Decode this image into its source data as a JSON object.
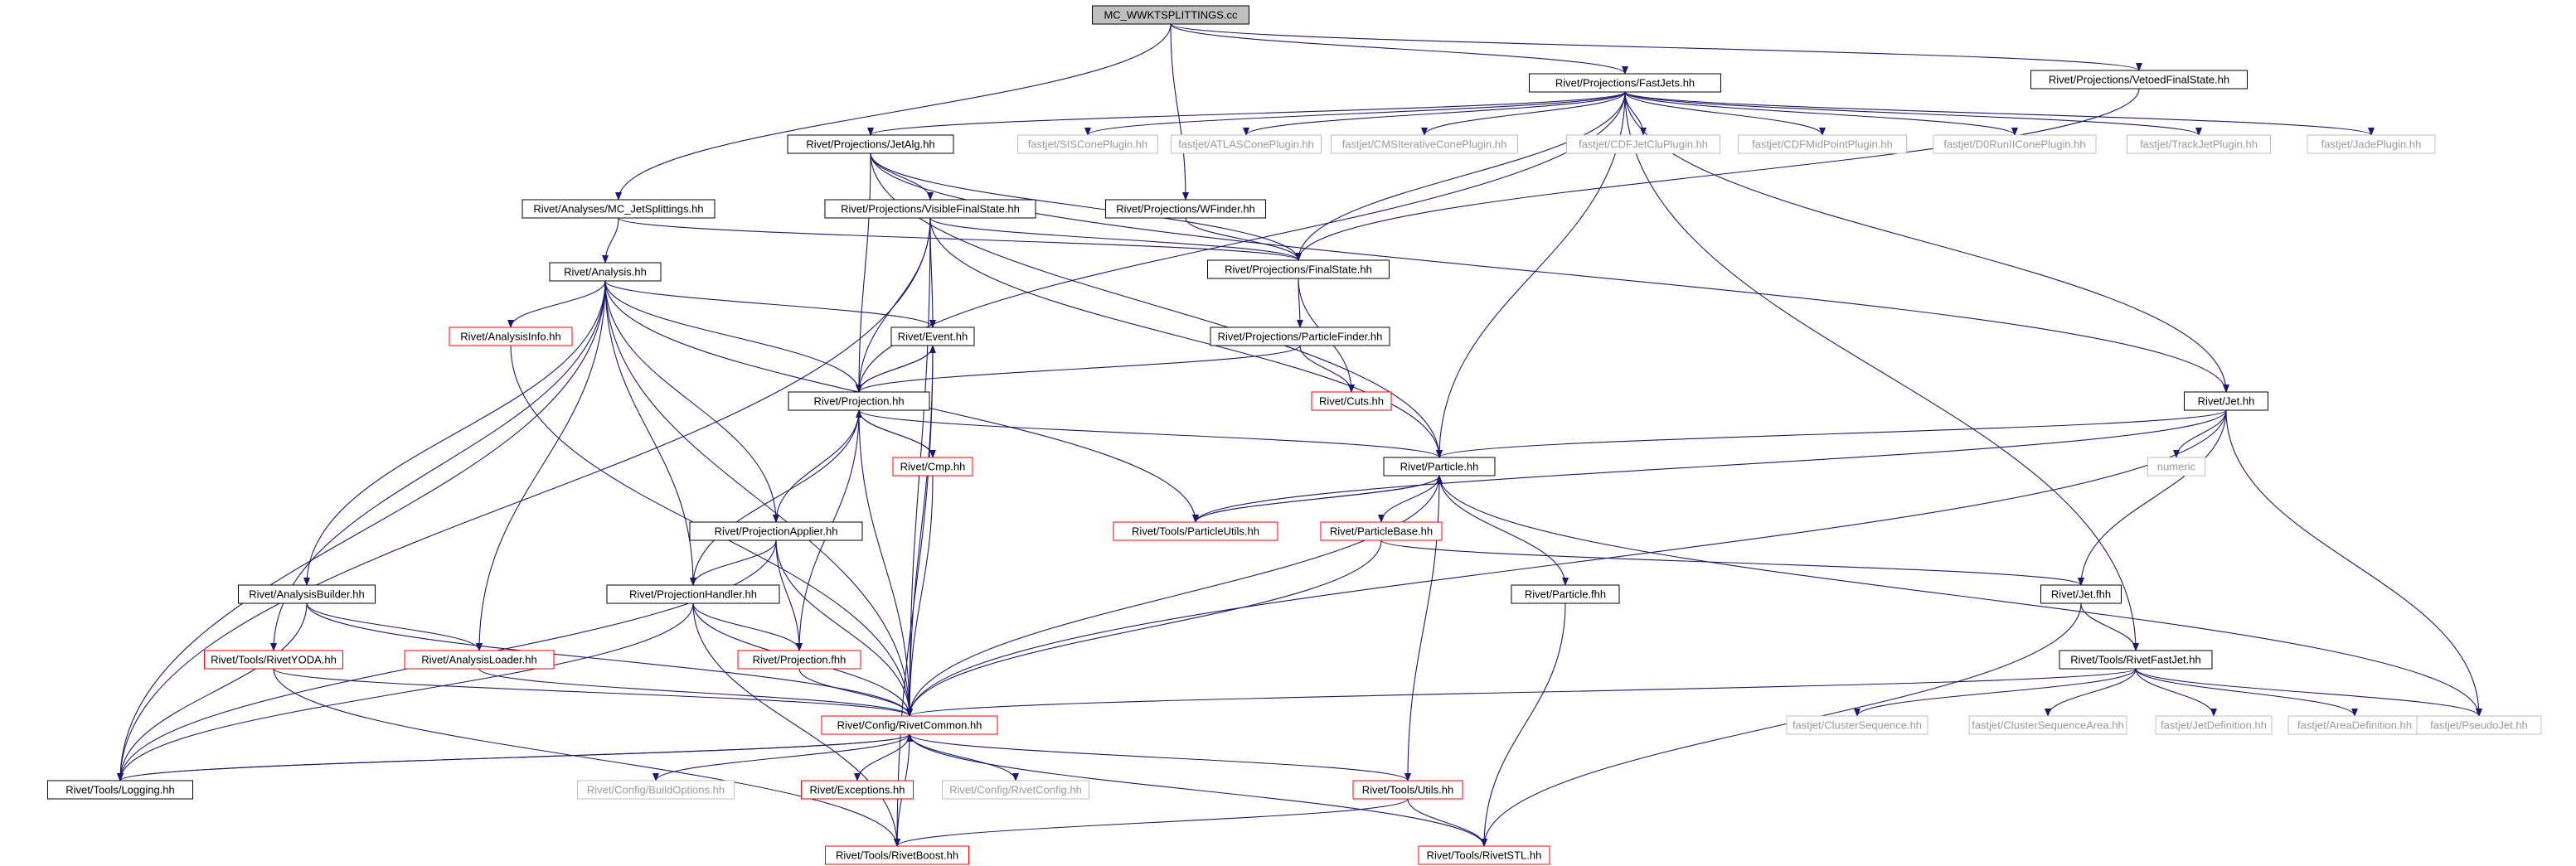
{
  "colors": {
    "edge": "#191970",
    "border_normal": "#000000",
    "border_red": "#ff0000",
    "border_gray": "#bfbfbf",
    "root_fill": "#bfbfbf",
    "node_fill": "#ffffff",
    "gray_text": "#9a9a9a"
  },
  "nodes": [
    {
      "id": "root",
      "label": "MC_WWKTSPLITTINGS.cc",
      "style": "root"
    },
    {
      "id": "fastjets",
      "label": "Rivet/Projections/FastJets.hh",
      "style": "normal"
    },
    {
      "id": "vetoed",
      "label": "Rivet/Projections/VetoedFinalState.hh",
      "style": "normal"
    },
    {
      "id": "jetalg",
      "label": "Rivet/Projections/JetAlg.hh",
      "style": "normal"
    },
    {
      "id": "siscone",
      "label": "fastjet/SISConePlugin.hh",
      "style": "gray"
    },
    {
      "id": "atlascone",
      "label": "fastjet/ATLASConePlugin.hh",
      "style": "gray"
    },
    {
      "id": "cmsiter",
      "label": "fastjet/CMSIterativeConePlugin.hh",
      "style": "gray"
    },
    {
      "id": "cdfjetclu",
      "label": "fastjet/CDFJetCluPlugin.hh",
      "style": "gray"
    },
    {
      "id": "cdfmid",
      "label": "fastjet/CDFMidPointPlugin.hh",
      "style": "gray"
    },
    {
      "id": "d0run2",
      "label": "fastjet/D0RunIIConePlugin.hh",
      "style": "gray"
    },
    {
      "id": "trackjet",
      "label": "fastjet/TrackJetPlugin.hh",
      "style": "gray"
    },
    {
      "id": "jade",
      "label": "fastjet/JadePlugin.hh",
      "style": "gray"
    },
    {
      "id": "mcjetsplit",
      "label": "Rivet/Analyses/MC_JetSplittings.hh",
      "style": "normal"
    },
    {
      "id": "visfs",
      "label": "Rivet/Projections/VisibleFinalState.hh",
      "style": "normal"
    },
    {
      "id": "wfinder",
      "label": "Rivet/Projections/WFinder.hh",
      "style": "normal"
    },
    {
      "id": "finalstate",
      "label": "Rivet/Projections/FinalState.hh",
      "style": "normal"
    },
    {
      "id": "analysis",
      "label": "Rivet/Analysis.hh",
      "style": "normal"
    },
    {
      "id": "analysisinfo",
      "label": "Rivet/AnalysisInfo.hh",
      "style": "red"
    },
    {
      "id": "event",
      "label": "Rivet/Event.hh",
      "style": "normal"
    },
    {
      "id": "pfinder",
      "label": "Rivet/Projections/ParticleFinder.hh",
      "style": "normal"
    },
    {
      "id": "cuts",
      "label": "Rivet/Cuts.hh",
      "style": "red"
    },
    {
      "id": "jet",
      "label": "Rivet/Jet.hh",
      "style": "normal"
    },
    {
      "id": "projection",
      "label": "Rivet/Projection.hh",
      "style": "normal"
    },
    {
      "id": "cmp",
      "label": "Rivet/Cmp.hh",
      "style": "red"
    },
    {
      "id": "numeric",
      "label": "numeric",
      "style": "gray"
    },
    {
      "id": "particle",
      "label": "Rivet/Particle.hh",
      "style": "normal"
    },
    {
      "id": "putils",
      "label": "Rivet/Tools/ParticleUtils.hh",
      "style": "red"
    },
    {
      "id": "pbase",
      "label": "Rivet/ParticleBase.hh",
      "style": "red"
    },
    {
      "id": "papplier",
      "label": "Rivet/ProjectionApplier.hh",
      "style": "normal"
    },
    {
      "id": "analysisbuilder",
      "label": "Rivet/AnalysisBuilder.hh",
      "style": "normal"
    },
    {
      "id": "phandler",
      "label": "Rivet/ProjectionHandler.hh",
      "style": "normal"
    },
    {
      "id": "particlefhh",
      "label": "Rivet/Particle.fhh",
      "style": "normal"
    },
    {
      "id": "jetfhh",
      "label": "Rivet/Jet.fhh",
      "style": "normal"
    },
    {
      "id": "rivetyoda",
      "label": "Rivet/Tools/RivetYODA.hh",
      "style": "red"
    },
    {
      "id": "aloader",
      "label": "Rivet/AnalysisLoader.hh",
      "style": "red"
    },
    {
      "id": "projfhh",
      "label": "Rivet/Projection.fhh",
      "style": "red"
    },
    {
      "id": "rivetfastjet",
      "label": "Rivet/Tools/RivetFastJet.hh",
      "style": "normal"
    },
    {
      "id": "rivetcommon",
      "label": "Rivet/Config/RivetCommon.hh",
      "style": "red"
    },
    {
      "id": "clusterseq",
      "label": "fastjet/ClusterSequence.hh",
      "style": "gray"
    },
    {
      "id": "clusterseqarea",
      "label": "fastjet/ClusterSequenceArea.hh",
      "style": "gray"
    },
    {
      "id": "jetdef",
      "label": "fastjet/JetDefinition.hh",
      "style": "gray"
    },
    {
      "id": "areadef",
      "label": "fastjet/AreaDefinition.hh",
      "style": "gray"
    },
    {
      "id": "pseudojet",
      "label": "fastjet/PseudoJet.hh",
      "style": "gray"
    },
    {
      "id": "logging",
      "label": "Rivet/Tools/Logging.hh",
      "style": "normal"
    },
    {
      "id": "buildoptions",
      "label": "Rivet/Config/BuildOptions.hh",
      "style": "gray"
    },
    {
      "id": "exceptions",
      "label": "Rivet/Exceptions.hh",
      "style": "red"
    },
    {
      "id": "rivetconfig",
      "label": "Rivet/Config/RivetConfig.hh",
      "style": "gray"
    },
    {
      "id": "utils",
      "label": "Rivet/Tools/Utils.hh",
      "style": "red"
    },
    {
      "id": "rivetboost",
      "label": "Rivet/Tools/RivetBoost.hh",
      "style": "red"
    },
    {
      "id": "rivetstl",
      "label": "Rivet/Tools/RivetSTL.hh",
      "style": "red"
    }
  ],
  "edges": [
    [
      "root",
      "fastjets"
    ],
    [
      "root",
      "vetoed"
    ],
    [
      "root",
      "mcjetsplit"
    ],
    [
      "root",
      "wfinder"
    ],
    [
      "fastjets",
      "jetalg"
    ],
    [
      "fastjets",
      "siscone"
    ],
    [
      "fastjets",
      "atlascone"
    ],
    [
      "fastjets",
      "cmsiter"
    ],
    [
      "fastjets",
      "cdfjetclu"
    ],
    [
      "fastjets",
      "cdfmid"
    ],
    [
      "fastjets",
      "d0run2"
    ],
    [
      "fastjets",
      "trackjet"
    ],
    [
      "fastjets",
      "jade"
    ],
    [
      "fastjets",
      "finalstate"
    ],
    [
      "fastjets",
      "particle"
    ],
    [
      "fastjets",
      "jet"
    ],
    [
      "fastjets",
      "rivetfastjet"
    ],
    [
      "fastjets",
      "projection"
    ],
    [
      "vetoed",
      "finalstate"
    ],
    [
      "jetalg",
      "visfs"
    ],
    [
      "jetalg",
      "finalstate"
    ],
    [
      "jetalg",
      "projection"
    ],
    [
      "jetalg",
      "particle"
    ],
    [
      "jetalg",
      "jet"
    ],
    [
      "mcjetsplit",
      "analysis"
    ],
    [
      "mcjetsplit",
      "finalstate"
    ],
    [
      "visfs",
      "finalstate"
    ],
    [
      "visfs",
      "event"
    ],
    [
      "visfs",
      "projection"
    ],
    [
      "visfs",
      "particle"
    ],
    [
      "visfs",
      "logging"
    ],
    [
      "visfs",
      "rivetcommon"
    ],
    [
      "wfinder",
      "finalstate"
    ],
    [
      "finalstate",
      "pfinder"
    ],
    [
      "finalstate",
      "cuts"
    ],
    [
      "pfinder",
      "projection"
    ],
    [
      "pfinder",
      "cuts"
    ],
    [
      "analysis",
      "analysisinfo"
    ],
    [
      "analysis",
      "event"
    ],
    [
      "analysis",
      "projection"
    ],
    [
      "analysis",
      "putils"
    ],
    [
      "analysis",
      "papplier"
    ],
    [
      "analysis",
      "phandler"
    ],
    [
      "analysis",
      "analysisbuilder"
    ],
    [
      "analysis",
      "aloader"
    ],
    [
      "analysis",
      "rivetyoda"
    ],
    [
      "analysis",
      "logging"
    ],
    [
      "analysis",
      "rivetcommon"
    ],
    [
      "analysisinfo",
      "rivetcommon"
    ],
    [
      "event",
      "projection"
    ],
    [
      "event",
      "rivetcommon"
    ],
    [
      "event",
      "rivetboost"
    ],
    [
      "projection",
      "event"
    ],
    [
      "projection",
      "cmp"
    ],
    [
      "projection",
      "particle"
    ],
    [
      "projection",
      "papplier"
    ],
    [
      "projection",
      "phandler"
    ],
    [
      "projection",
      "projfhh"
    ],
    [
      "projection",
      "rivetcommon"
    ],
    [
      "cmp",
      "projection"
    ],
    [
      "cmp",
      "rivetcommon"
    ],
    [
      "jet",
      "particle"
    ],
    [
      "jet",
      "numeric"
    ],
    [
      "jet",
      "jetfhh"
    ],
    [
      "jet",
      "putils"
    ],
    [
      "jet",
      "pseudojet"
    ],
    [
      "jet",
      "rivetcommon"
    ],
    [
      "particle",
      "putils"
    ],
    [
      "particle",
      "pbase"
    ],
    [
      "particle",
      "particlefhh"
    ],
    [
      "particle",
      "utils"
    ],
    [
      "particle",
      "pseudojet"
    ],
    [
      "particle",
      "rivetcommon"
    ],
    [
      "putils",
      "particle"
    ],
    [
      "pbase",
      "jetfhh"
    ],
    [
      "pbase",
      "rivetcommon"
    ],
    [
      "papplier",
      "phandler"
    ],
    [
      "papplier",
      "projfhh"
    ],
    [
      "papplier",
      "logging"
    ],
    [
      "papplier",
      "rivetcommon"
    ],
    [
      "analysisbuilder",
      "aloader"
    ],
    [
      "analysisbuilder",
      "logging"
    ],
    [
      "analysisbuilder",
      "rivetcommon"
    ],
    [
      "phandler",
      "projfhh"
    ],
    [
      "phandler",
      "logging"
    ],
    [
      "phandler",
      "rivetcommon"
    ],
    [
      "phandler",
      "rivetboost"
    ],
    [
      "particlefhh",
      "rivetstl"
    ],
    [
      "jetfhh",
      "rivetfastjet"
    ],
    [
      "jetfhh",
      "rivetstl"
    ],
    [
      "rivetyoda",
      "rivetcommon"
    ],
    [
      "rivetyoda",
      "rivetboost"
    ],
    [
      "aloader",
      "rivetcommon"
    ],
    [
      "projfhh",
      "rivetcommon"
    ],
    [
      "rivetfastjet",
      "rivetcommon"
    ],
    [
      "rivetfastjet",
      "clusterseq"
    ],
    [
      "rivetfastjet",
      "clusterseqarea"
    ],
    [
      "rivetfastjet",
      "jetdef"
    ],
    [
      "rivetfastjet",
      "areadef"
    ],
    [
      "rivetfastjet",
      "pseudojet"
    ],
    [
      "rivetcommon",
      "logging"
    ],
    [
      "rivetcommon",
      "buildoptions"
    ],
    [
      "rivetcommon",
      "exceptions"
    ],
    [
      "rivetcommon",
      "rivetconfig"
    ],
    [
      "rivetcommon",
      "utils"
    ],
    [
      "rivetcommon",
      "rivetboost"
    ],
    [
      "rivetcommon",
      "rivetstl"
    ],
    [
      "logging",
      "rivetcommon"
    ],
    [
      "utils",
      "rivetboost"
    ],
    [
      "utils",
      "rivetstl"
    ]
  ]
}
